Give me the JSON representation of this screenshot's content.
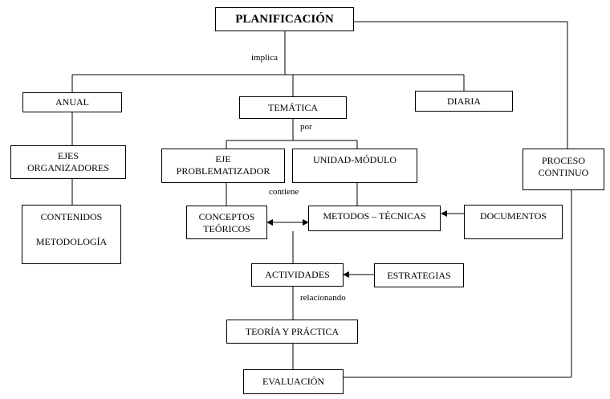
{
  "nodes": {
    "planificacion": "PLANIFICACIÓN",
    "anual": "ANUAL",
    "tematica": "TEMÁTICA",
    "diaria": "DIARIA",
    "ejes_line1": "EJES",
    "ejes_line2": "ORGANIZADORES",
    "contenidos": "CONTENIDOS",
    "metodologia": "METODOLOGÍA",
    "eje_line1": "EJE",
    "eje_line2": "PROBLEMATIZADOR",
    "unidad": "UNIDAD-MÓDULO",
    "proceso_line1": "PROCESO",
    "proceso_line2": "CONTINUO",
    "conceptos_line1": "CONCEPTOS",
    "conceptos_line2": "TEÓRICOS",
    "metodos": "METODOS – TÉCNICAS",
    "documentos": "DOCUMENTOS",
    "actividades": "ACTIVIDADES",
    "estrategias": "ESTRATEGIAS",
    "teoria": "TEORÍA Y PRÁCTICA",
    "evaluacion": "EVALUACIÓN"
  },
  "links": {
    "implica": "implica",
    "por": "por",
    "contiene": "contiene",
    "relacionando": "relacionando"
  }
}
